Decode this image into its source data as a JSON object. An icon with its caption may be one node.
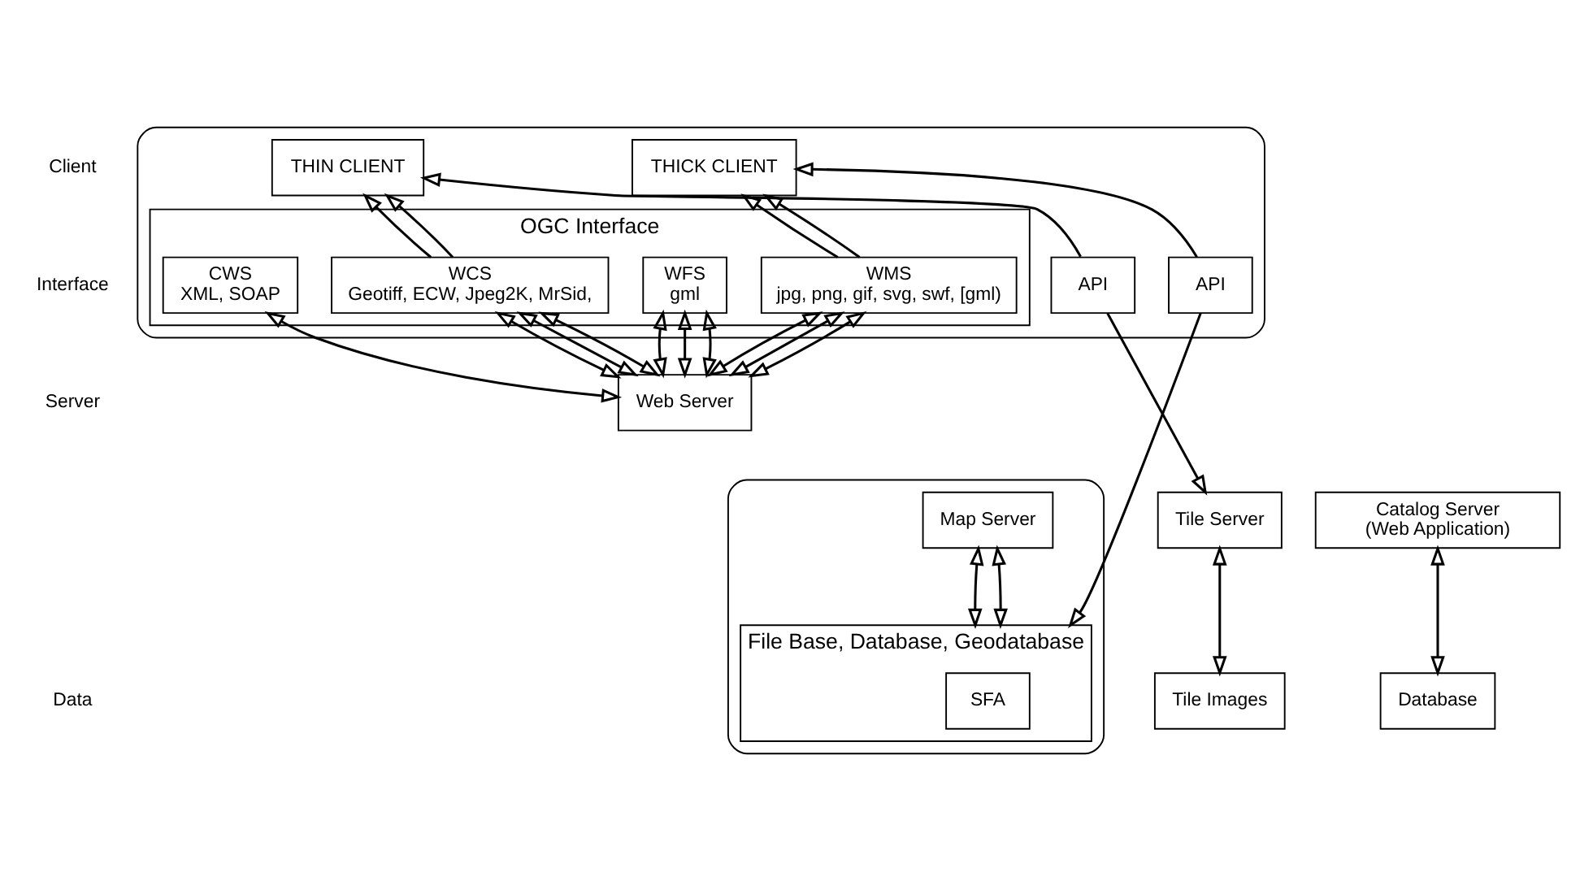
{
  "diagram": {
    "nodes": [
      {
        "text": [],
        "shape": "box"
      },
      {
        "text": [
          "THICK CLIENT"
        ],
        "in": 0
      },
      {
        "text": [
          "THIN CLIENT"
        ],
        "in": 0
      },
      {
        "text": [
          "OGC Interface"
        ],
        "in": 0
      },
      {
        "text": [
          "WMS",
          "jpg, png, gif, svg, swf, [gml)"
        ],
        "in": 3
      },
      {
        "text": [
          "WFS",
          "gml"
        ],
        "in": 3
      },
      {
        "text": [
          "WCS",
          "Geotiff, ECW, Jpeg2K, MrSid,"
        ],
        "in": 3
      },
      {
        "text": [
          "CWS",
          "XML, SOAP"
        ],
        "in": 3
      },
      {
        "text": [
          "API"
        ],
        "in": 0
      },
      {
        "text": [
          "API"
        ],
        "in": 0
      },
      {
        "text": [],
        "shape": "box"
      },
      {
        "text": [
          "Web Server"
        ]
      },
      {
        "text": [
          "Map Server"
        ],
        "in": 10
      },
      {
        "text": [
          "Catalog Server",
          "(Web Application)"
        ]
      },
      {
        "text": [
          "Tile Server"
        ]
      },
      {
        "text": [
          "File Base, Database, Geodatabase"
        ],
        "in": 10
      },
      {
        "text": [
          "SFA"
        ],
        "in": 15
      },
      {
        "text": [
          "Database"
        ]
      },
      {
        "text": [
          "Tile Images"
        ]
      }
    ],
    "edges": [
      {
        "from": 8,
        "to": 1,
        "arrow": "to"
      },
      {
        "from": 4,
        "to": 1,
        "arrow": "to"
      },
      {
        "from": 4,
        "to": 1,
        "arrow": "to"
      },
      {
        "from": 6,
        "to": 2,
        "arrow": "to"
      },
      {
        "from": 6,
        "to": 2,
        "arrow": "to"
      },
      {
        "from": 9,
        "to": 2,
        "arrow": "to"
      },
      {
        "from": 8,
        "to": 15,
        "arrow": "to"
      },
      {
        "from": 4,
        "to": 11,
        "arrow": "both"
      },
      {
        "from": 4,
        "to": 11,
        "arrow": "both"
      },
      {
        "from": 4,
        "to": 11,
        "arrow": "both"
      },
      {
        "from": 5,
        "to": 11,
        "arrow": "both"
      },
      {
        "from": 5,
        "to": 11,
        "arrow": "both"
      },
      {
        "from": 5,
        "to": 11,
        "arrow": "both"
      },
      {
        "from": 6,
        "to": 11,
        "arrow": "both"
      },
      {
        "from": 6,
        "to": 11,
        "arrow": "both"
      },
      {
        "from": 6,
        "to": 11,
        "arrow": "both"
      },
      {
        "from": 7,
        "to": 11,
        "arrow": "both"
      },
      {
        "from": 9,
        "to": 14,
        "arrow": "to"
      },
      {
        "from": 12,
        "to": 15,
        "arrow": "both"
      },
      {
        "from": 12,
        "to": 15,
        "arrow": "both"
      },
      {
        "from": 13,
        "to": 17,
        "arrow": "both"
      },
      {
        "from": 14,
        "to": 18,
        "arrow": "both"
      }
    ],
    "labels": [
      "Client",
      "Interface",
      "Server",
      "Data"
    ]
  }
}
